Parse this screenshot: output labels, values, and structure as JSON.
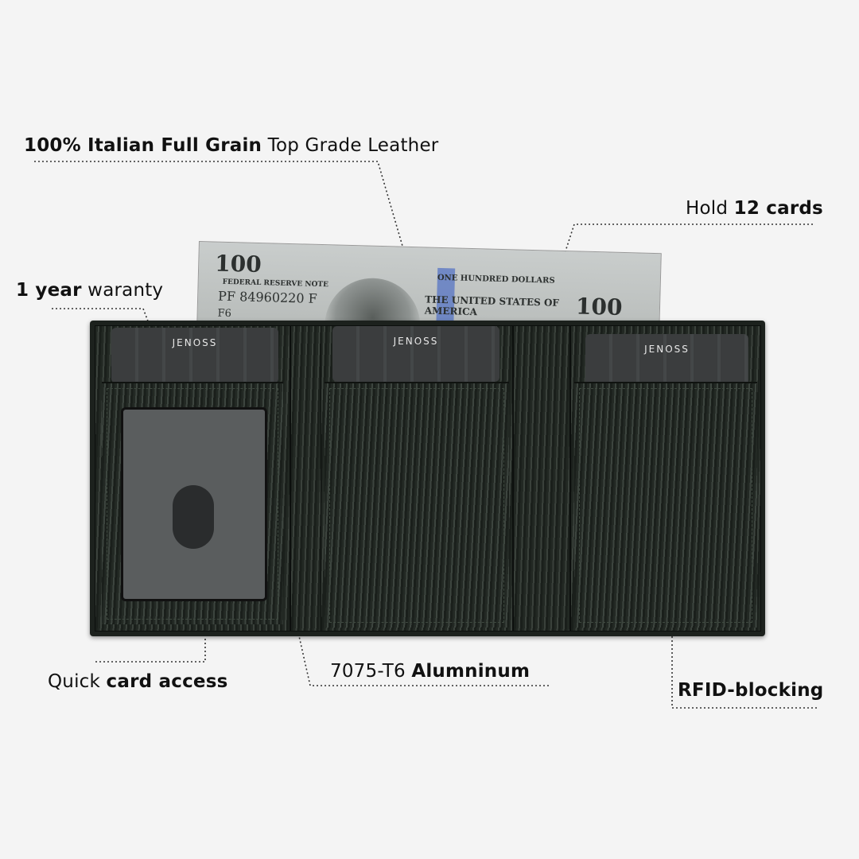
{
  "annotations": {
    "leather": {
      "bold": "100% Italian Full Grain",
      "normal": " Top Grade Leather"
    },
    "cards": {
      "normal": "Hold ",
      "bold": "12 cards"
    },
    "warranty": {
      "bold": "1 year",
      "normal": " waranty"
    },
    "quick_access": {
      "normal": "Quick ",
      "bold": "card access"
    },
    "aluminum": {
      "normal": "7075-T6 ",
      "bold": "Alumninum"
    },
    "rfid": {
      "bold": "RFID-blocking"
    }
  },
  "product": {
    "card_brand": [
      "JENOSS",
      "JENOSS",
      "JENOSS"
    ],
    "banknote": {
      "denomination": "100",
      "denomination_right": "100",
      "issuer": "FEDERAL RESERVE NOTE",
      "serial": "PF 84960220 F",
      "plate": "F6",
      "country": "THE UNITED STATES OF AMERICA",
      "amount_text": "ONE HUNDRED DOLLARS"
    }
  }
}
